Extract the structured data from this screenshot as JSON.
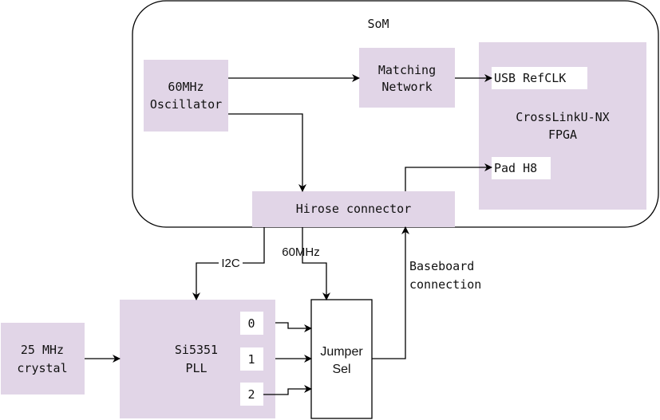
{
  "colors": {
    "block_fill": "#e1d5e7",
    "line": "#000000",
    "background": "#ffffff"
  },
  "som": {
    "label": "SoM"
  },
  "oscillator": {
    "line1": "60MHz",
    "line2": "Oscillator"
  },
  "matching_network": {
    "line1": "Matching",
    "line2": "Network"
  },
  "fpga": {
    "line1": "CrossLinkU-NX",
    "line2": "FPGA",
    "usb_refclk": "USB RefCLK",
    "pad_h8": "Pad H8"
  },
  "hirose": {
    "label": "Hirose connector"
  },
  "edges": {
    "i2c": "I2C",
    "clk_60mhz": "60MHz",
    "baseboard_line1": "Baseboard",
    "baseboard_line2": "connection"
  },
  "crystal": {
    "line1": "25 MHz",
    "line2": "crystal"
  },
  "pll": {
    "line1": "Si5351",
    "line2": "PLL",
    "outputs": [
      "0",
      "1",
      "2"
    ]
  },
  "jumper": {
    "line1": "Jumper",
    "line2": "Sel"
  }
}
